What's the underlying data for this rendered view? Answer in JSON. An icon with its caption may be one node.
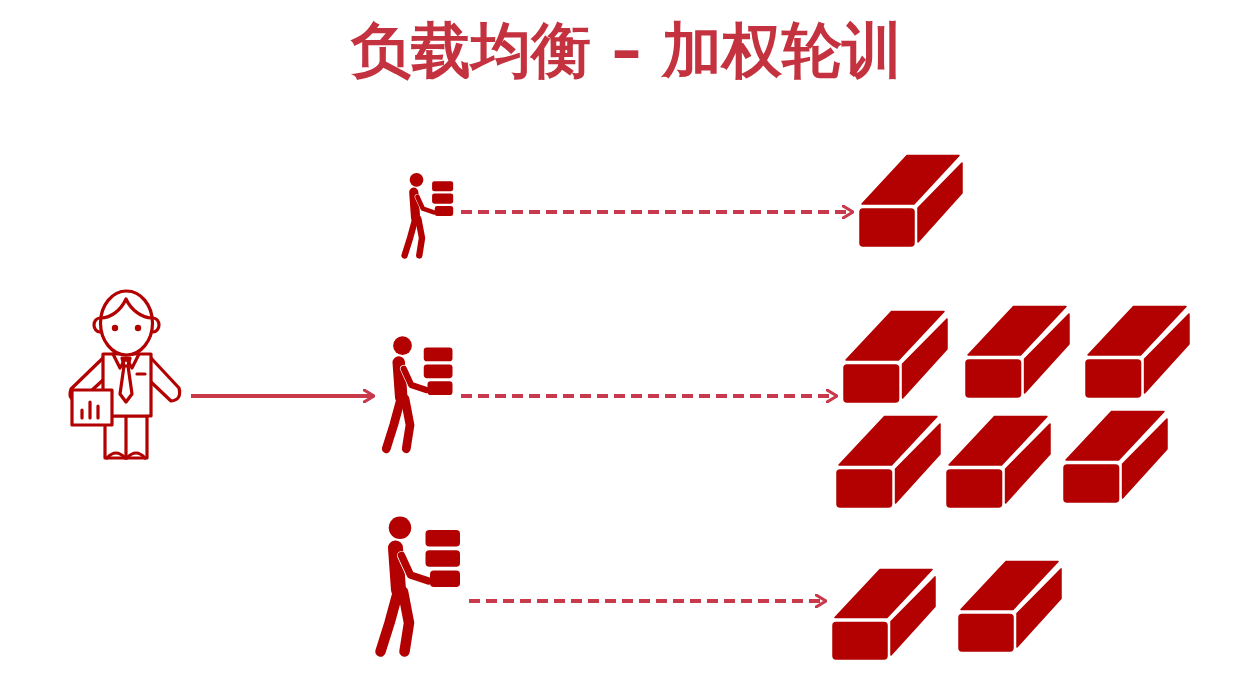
{
  "diagram": {
    "title": "负载均衡 – 加权轮训",
    "nodes": [
      {
        "text": [],
        "shape": "person"
      },
      {
        "text": [],
        "shape": "person"
      },
      {
        "text": [],
        "shape": "person"
      },
      {
        "text": [],
        "shape": "person"
      },
      {
        "text": [],
        "shape": "box"
      },
      {
        "text": [],
        "shape": "box"
      },
      {
        "text": [],
        "shape": "box"
      },
      {
        "text": [],
        "shape": "box"
      },
      {
        "text": [],
        "shape": "box"
      },
      {
        "text": [],
        "shape": "box"
      },
      {
        "text": [],
        "shape": "box"
      },
      {
        "text": [],
        "shape": "box"
      },
      {
        "text": [],
        "shape": "box"
      }
    ],
    "edges": [
      {
        "from": 0,
        "to": 2,
        "arrow": "to"
      },
      {
        "from": 1,
        "to": 4,
        "arrow": "to",
        "style": "dashed"
      },
      {
        "from": 2,
        "to": 5,
        "arrow": "to",
        "style": "dashed"
      },
      {
        "from": 3,
        "to": 11,
        "arrow": "to",
        "style": "dashed"
      }
    ]
  }
}
